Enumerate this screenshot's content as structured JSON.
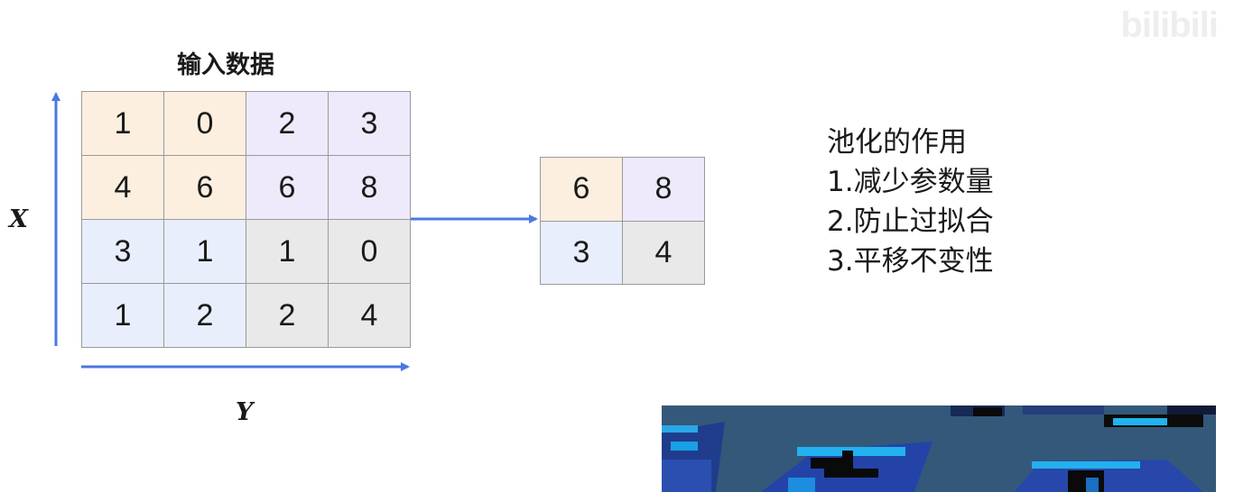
{
  "title": "输入数据",
  "axis": {
    "x_label": "X",
    "y_label": "Y"
  },
  "input_matrix": [
    [
      "1",
      "0",
      "2",
      "3"
    ],
    [
      "4",
      "6",
      "6",
      "8"
    ],
    [
      "3",
      "1",
      "1",
      "0"
    ],
    [
      "1",
      "2",
      "2",
      "4"
    ]
  ],
  "output_matrix": [
    [
      "6",
      "8"
    ],
    [
      "3",
      "4"
    ]
  ],
  "notes": {
    "heading": "池化的作用",
    "items": [
      "1.减少参数量",
      "2.防止过拟合",
      "3.平移不变性"
    ]
  },
  "watermark": "bilibili",
  "colors": {
    "arrow": "#4a78e0",
    "quadrant_orange": "#fcefdf",
    "quadrant_purple": "#eee9fb",
    "quadrant_blue": "#e8eefb",
    "quadrant_gray": "#e9e9e9"
  }
}
